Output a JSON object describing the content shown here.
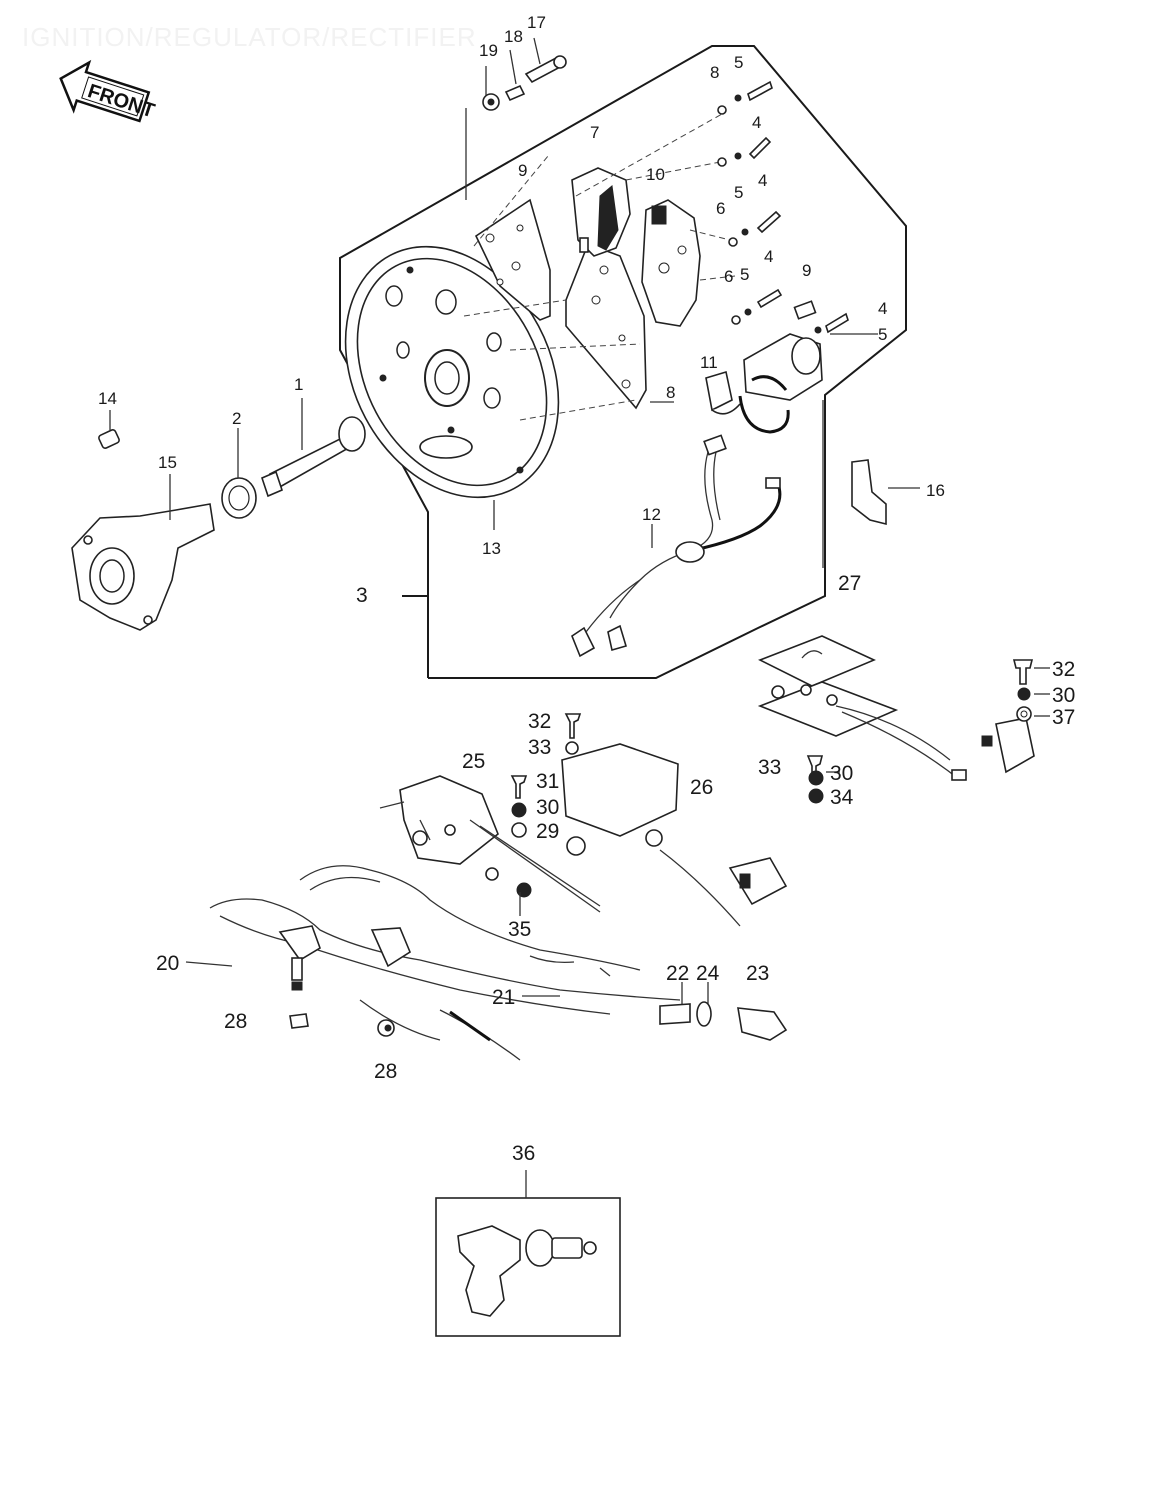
{
  "title": "IGNITION/REGULATOR/RECTIFIER",
  "front_label": "FRONT",
  "callouts": [
    {
      "id": "c17",
      "text": "17"
    },
    {
      "id": "c18",
      "text": "18"
    },
    {
      "id": "c19",
      "text": "19"
    },
    {
      "id": "c8a",
      "text": "8"
    },
    {
      "id": "c5a",
      "text": "5"
    },
    {
      "id": "c7",
      "text": "7"
    },
    {
      "id": "c4a",
      "text": "4"
    },
    {
      "id": "c5b",
      "text": "5"
    },
    {
      "id": "c4b",
      "text": "4"
    },
    {
      "id": "c9a",
      "text": "9"
    },
    {
      "id": "c10",
      "text": "10"
    },
    {
      "id": "c6a",
      "text": "6"
    },
    {
      "id": "c4c",
      "text": "4"
    },
    {
      "id": "c6b",
      "text": "6"
    },
    {
      "id": "c5c",
      "text": "5"
    },
    {
      "id": "c9b",
      "text": "9"
    },
    {
      "id": "c4d",
      "text": "4"
    },
    {
      "id": "c5d",
      "text": "5"
    },
    {
      "id": "c8b",
      "text": "8"
    },
    {
      "id": "c1",
      "text": "1"
    },
    {
      "id": "c14",
      "text": "14"
    },
    {
      "id": "c2",
      "text": "2"
    },
    {
      "id": "c15",
      "text": "15"
    },
    {
      "id": "c11",
      "text": "11"
    },
    {
      "id": "c13",
      "text": "13"
    },
    {
      "id": "c16",
      "text": "16"
    },
    {
      "id": "c12",
      "text": "12"
    },
    {
      "id": "c27",
      "text": "27"
    },
    {
      "id": "c3",
      "text": "3"
    },
    {
      "id": "c32a",
      "text": "32"
    },
    {
      "id": "c30a",
      "text": "30"
    },
    {
      "id": "c37",
      "text": "37"
    },
    {
      "id": "c32b",
      "text": "32"
    },
    {
      "id": "c33a",
      "text": "33"
    },
    {
      "id": "c25",
      "text": "25"
    },
    {
      "id": "c31",
      "text": "31"
    },
    {
      "id": "c26",
      "text": "26"
    },
    {
      "id": "c30b",
      "text": "30"
    },
    {
      "id": "c29",
      "text": "29"
    },
    {
      "id": "c33b",
      "text": "33"
    },
    {
      "id": "c30c",
      "text": "30"
    },
    {
      "id": "c34",
      "text": "34"
    },
    {
      "id": "c35",
      "text": "35"
    },
    {
      "id": "c20",
      "text": "20"
    },
    {
      "id": "c21",
      "text": "21"
    },
    {
      "id": "c22",
      "text": "22"
    },
    {
      "id": "c24",
      "text": "24"
    },
    {
      "id": "c23",
      "text": "23"
    },
    {
      "id": "c28a",
      "text": "28"
    },
    {
      "id": "c28b",
      "text": "28"
    },
    {
      "id": "c36",
      "text": "36"
    }
  ]
}
